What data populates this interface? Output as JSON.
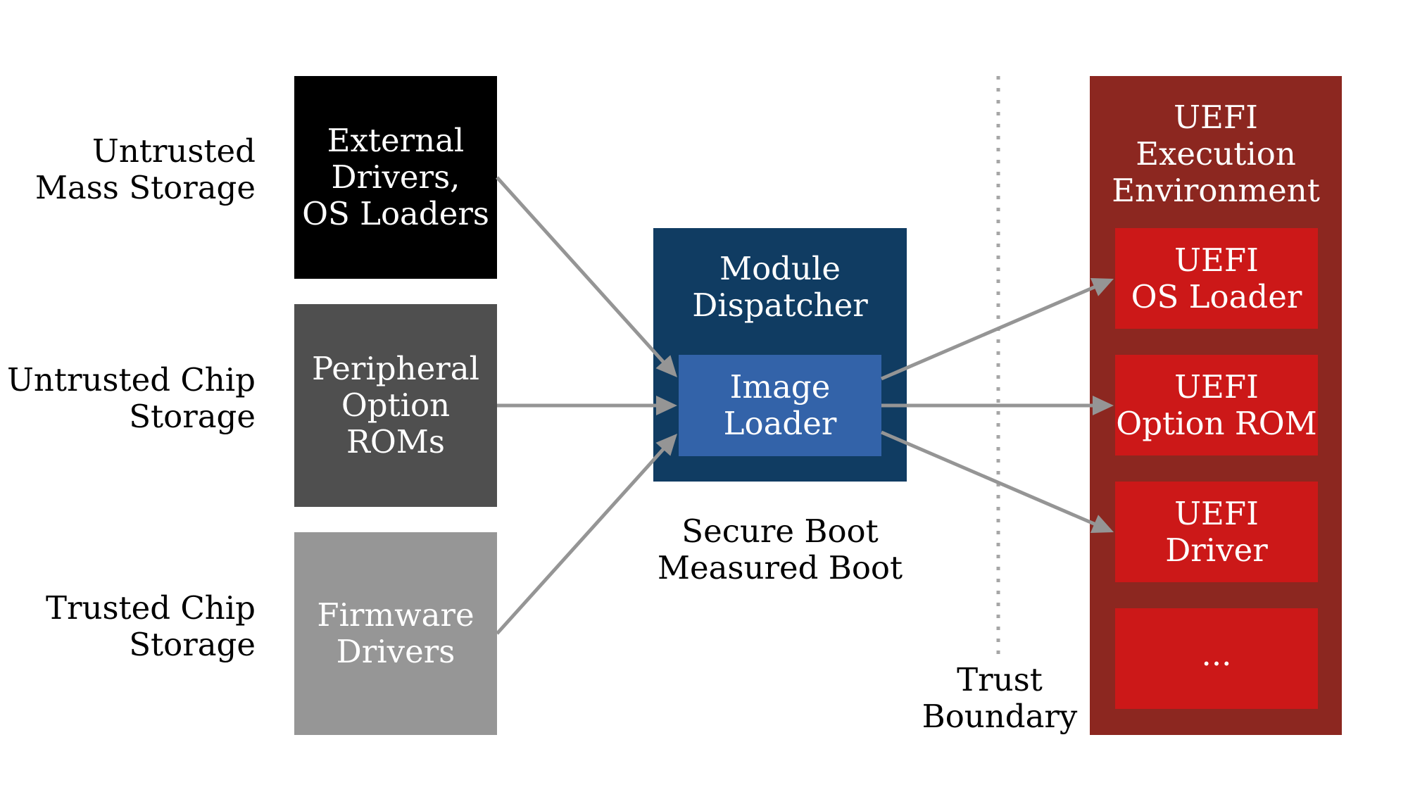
{
  "colors": {
    "external": "#000000",
    "peripheral": "#4f4f4f",
    "firmware": "#969696",
    "dispatcher": "#103c62",
    "image_loader": "#3363a9",
    "uefi_env": "#8c2720",
    "uefi_item": "#cc1818",
    "arrow": "#959595",
    "boundary": "#a6a6a6"
  },
  "labels": {
    "untrusted_mass": [
      "Untrusted",
      "Mass Storage"
    ],
    "untrusted_chip": [
      "Untrusted",
      "Chip Storage"
    ],
    "trusted_chip": [
      "Trusted",
      "Chip Storage"
    ]
  },
  "sources": {
    "external": [
      "External",
      "Drivers,",
      "OS Loaders"
    ],
    "peripheral": [
      "Peripheral",
      "Option",
      "ROMs"
    ],
    "firmware": [
      "Firmware",
      "Drivers"
    ]
  },
  "dispatcher": {
    "title": [
      "Module",
      "Dispatcher"
    ],
    "image_loader": [
      "Image",
      "Loader"
    ]
  },
  "boot_modes": [
    "Secure Boot",
    "Measured Boot"
  ],
  "trust_boundary": [
    "Trust",
    "Boundary"
  ],
  "uefi_env": {
    "title": [
      "UEFI",
      "Execution",
      "Environment"
    ],
    "items": [
      [
        "UEFI",
        "OS Loader"
      ],
      [
        "UEFI",
        "Option ROM"
      ],
      [
        "UEFI",
        "Driver"
      ],
      [
        "..."
      ]
    ]
  }
}
